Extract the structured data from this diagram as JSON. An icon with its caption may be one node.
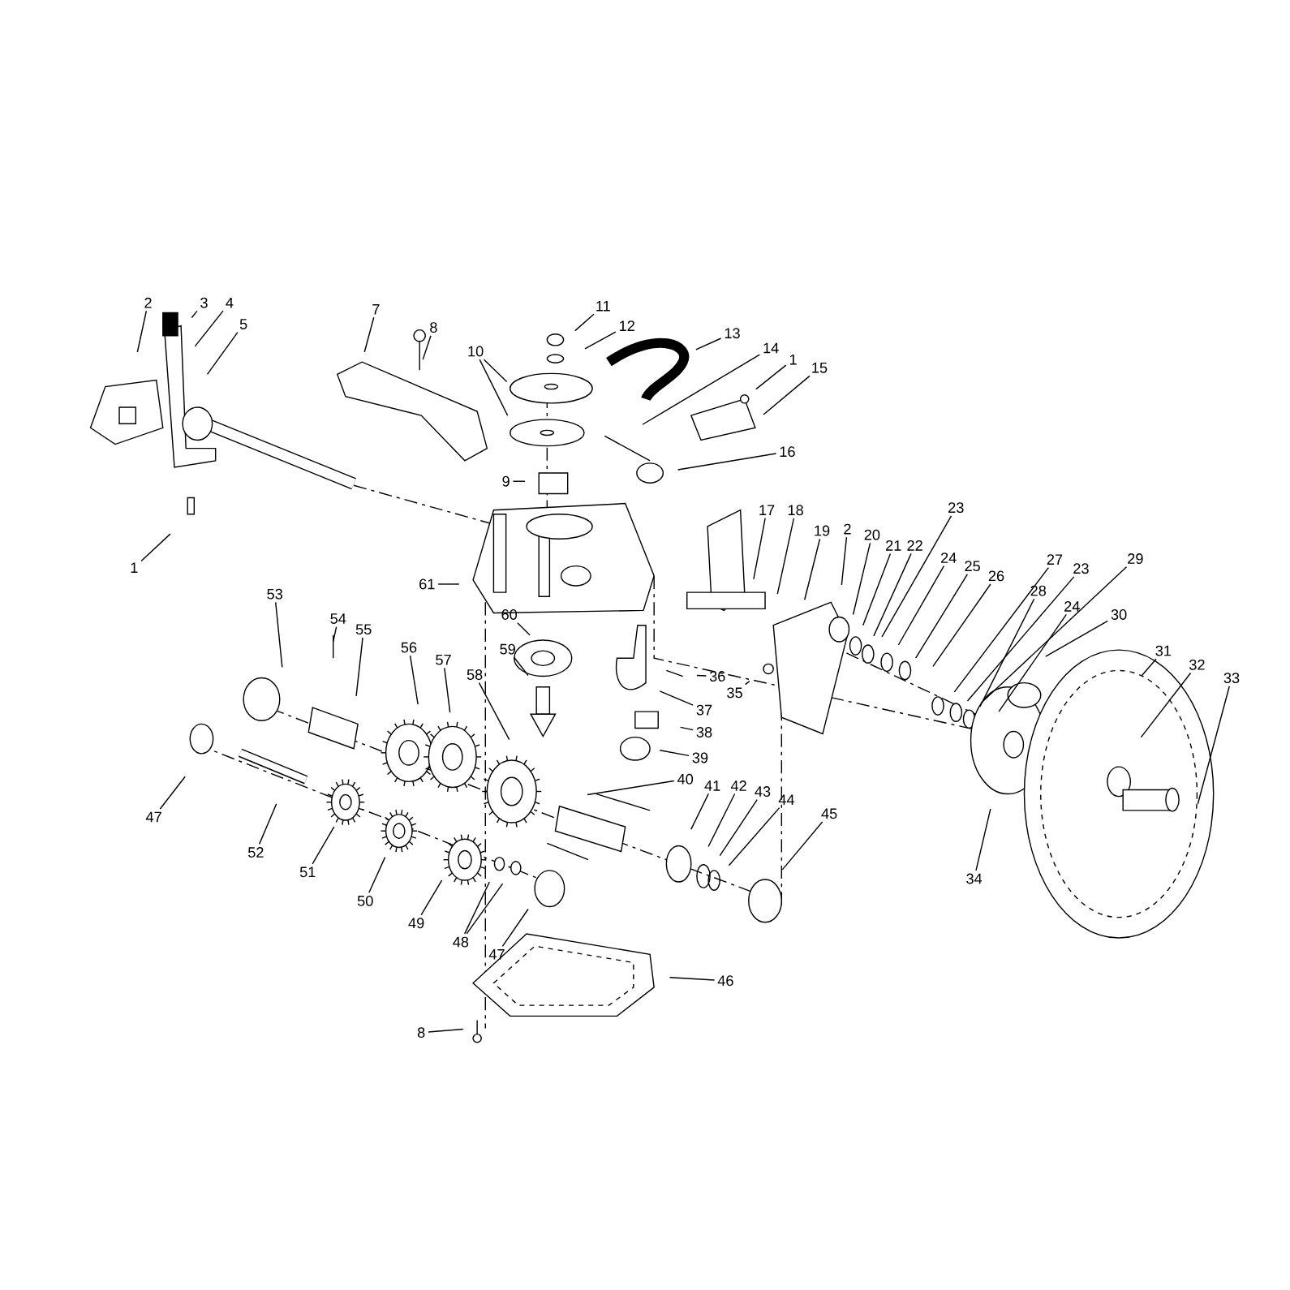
{
  "diagram": {
    "nodes": [
      {
        "text": [
          "2"
        ]
      },
      {
        "text": [
          "3"
        ]
      },
      {
        "text": [
          "4"
        ]
      },
      {
        "text": [
          "5"
        ]
      },
      {
        "text": [
          "1"
        ]
      },
      {
        "text": [
          "7"
        ]
      },
      {
        "text": [
          "8"
        ]
      },
      {
        "text": [
          "10"
        ]
      },
      {
        "text": [
          "11"
        ]
      },
      {
        "text": [
          "12"
        ]
      },
      {
        "text": [
          "13"
        ]
      },
      {
        "text": [
          "14"
        ]
      },
      {
        "text": [
          "1"
        ]
      },
      {
        "text": [
          "15"
        ]
      },
      {
        "text": [
          "16"
        ]
      },
      {
        "text": [
          "9"
        ]
      },
      {
        "text": [
          "17"
        ]
      },
      {
        "text": [
          "18"
        ]
      },
      {
        "text": [
          "19"
        ]
      },
      {
        "text": [
          "2"
        ]
      },
      {
        "text": [
          "20"
        ]
      },
      {
        "text": [
          "21"
        ]
      },
      {
        "text": [
          "22"
        ]
      },
      {
        "text": [
          "23"
        ]
      },
      {
        "text": [
          "24"
        ]
      },
      {
        "text": [
          "25"
        ]
      },
      {
        "text": [
          "26"
        ]
      },
      {
        "text": [
          "27"
        ]
      },
      {
        "text": [
          "23"
        ]
      },
      {
        "text": [
          "29"
        ]
      },
      {
        "text": [
          "28"
        ]
      },
      {
        "text": [
          "24"
        ]
      },
      {
        "text": [
          "30"
        ]
      },
      {
        "text": [
          "31"
        ]
      },
      {
        "text": [
          "32"
        ]
      },
      {
        "text": [
          "33"
        ]
      },
      {
        "text": [
          "34"
        ]
      },
      {
        "text": [
          "61"
        ]
      },
      {
        "text": [
          "60"
        ]
      },
      {
        "text": [
          "59"
        ]
      },
      {
        "text": [
          "36"
        ]
      },
      {
        "text": [
          "35"
        ]
      },
      {
        "text": [
          "37"
        ]
      },
      {
        "text": [
          "38"
        ]
      },
      {
        "text": [
          "39"
        ]
      },
      {
        "text": [
          "40"
        ]
      },
      {
        "text": [
          "41"
        ]
      },
      {
        "text": [
          "42"
        ]
      },
      {
        "text": [
          "43"
        ]
      },
      {
        "text": [
          "44"
        ]
      },
      {
        "text": [
          "45"
        ]
      },
      {
        "text": [
          "46"
        ]
      },
      {
        "text": [
          "8"
        ]
      },
      {
        "text": [
          "47"
        ]
      },
      {
        "text": [
          "48"
        ]
      },
      {
        "text": [
          "49"
        ]
      },
      {
        "text": [
          "50"
        ]
      },
      {
        "text": [
          "51"
        ]
      },
      {
        "text": [
          "52"
        ]
      },
      {
        "text": [
          "47"
        ]
      },
      {
        "text": [
          "53"
        ]
      },
      {
        "text": [
          "54"
        ]
      },
      {
        "text": [
          "55"
        ]
      },
      {
        "text": [
          "56"
        ]
      },
      {
        "text": [
          "57"
        ]
      },
      {
        "text": [
          "58"
        ]
      }
    ],
    "edges": [
      {
        "from": 0,
        "to": null,
        "arrow": "none"
      },
      {
        "from": 1,
        "to": null,
        "arrow": "none"
      },
      {
        "from": 2,
        "to": null,
        "arrow": "none"
      },
      {
        "from": 3,
        "to": null,
        "arrow": "none"
      },
      {
        "from": 4,
        "to": null,
        "arrow": "none"
      },
      {
        "from": 5,
        "to": null,
        "arrow": "none"
      },
      {
        "from": 6,
        "to": null,
        "arrow": "none"
      },
      {
        "from": 7,
        "to": null,
        "arrow": "none"
      },
      {
        "from": 7,
        "to": null,
        "arrow": "none"
      },
      {
        "from": 8,
        "to": null,
        "arrow": "none"
      },
      {
        "from": 9,
        "to": null,
        "arrow": "none"
      },
      {
        "from": 10,
        "to": null,
        "arrow": "none"
      },
      {
        "from": 11,
        "to": null,
        "arrow": "none"
      },
      {
        "from": 12,
        "to": null,
        "arrow": "none"
      },
      {
        "from": 13,
        "to": null,
        "arrow": "none"
      },
      {
        "from": 14,
        "to": null,
        "arrow": "none"
      },
      {
        "from": 15,
        "to": null,
        "arrow": "none"
      },
      {
        "from": 16,
        "to": null,
        "arrow": "none"
      },
      {
        "from": 17,
        "to": null,
        "arrow": "none"
      },
      {
        "from": 18,
        "to": null,
        "arrow": "none"
      },
      {
        "from": 19,
        "to": null,
        "arrow": "none"
      },
      {
        "from": 20,
        "to": null,
        "arrow": "none"
      },
      {
        "from": 21,
        "to": null,
        "arrow": "none"
      },
      {
        "from": 22,
        "to": null,
        "arrow": "none"
      },
      {
        "from": 23,
        "to": null,
        "arrow": "none"
      },
      {
        "from": 24,
        "to": null,
        "arrow": "none"
      },
      {
        "from": 25,
        "to": null,
        "arrow": "none"
      },
      {
        "from": 26,
        "to": null,
        "arrow": "none"
      },
      {
        "from": 27,
        "to": null,
        "arrow": "none"
      },
      {
        "from": 28,
        "to": null,
        "arrow": "none"
      },
      {
        "from": 29,
        "to": null,
        "arrow": "none"
      },
      {
        "from": 30,
        "to": null,
        "arrow": "none"
      },
      {
        "from": 31,
        "to": null,
        "arrow": "none"
      },
      {
        "from": 32,
        "to": null,
        "arrow": "none"
      },
      {
        "from": 33,
        "to": null,
        "arrow": "none"
      },
      {
        "from": 34,
        "to": null,
        "arrow": "none"
      },
      {
        "from": 35,
        "to": null,
        "arrow": "none"
      },
      {
        "from": 36,
        "to": null,
        "arrow": "none"
      },
      {
        "from": 37,
        "to": null,
        "arrow": "none"
      },
      {
        "from": 38,
        "to": null,
        "arrow": "none"
      },
      {
        "from": 39,
        "to": null,
        "arrow": "none"
      },
      {
        "from": 40,
        "to": null,
        "arrow": "none"
      },
      {
        "from": 41,
        "to": null,
        "arrow": "none"
      },
      {
        "from": 42,
        "to": null,
        "arrow": "none"
      },
      {
        "from": 43,
        "to": null,
        "arrow": "none"
      },
      {
        "from": 44,
        "to": null,
        "arrow": "none"
      },
      {
        "from": 45,
        "to": null,
        "arrow": "none"
      },
      {
        "from": 46,
        "to": null,
        "arrow": "none"
      },
      {
        "from": 47,
        "to": null,
        "arrow": "none"
      },
      {
        "from": 48,
        "to": null,
        "arrow": "none"
      },
      {
        "from": 49,
        "to": null,
        "arrow": "none"
      },
      {
        "from": 50,
        "to": null,
        "arrow": "none"
      },
      {
        "from": 51,
        "to": null,
        "arrow": "none"
      },
      {
        "from": 52,
        "to": null,
        "arrow": "none"
      },
      {
        "from": 53,
        "to": null,
        "arrow": "none"
      },
      {
        "from": 54,
        "to": null,
        "arrow": "none"
      },
      {
        "from": 54,
        "to": null,
        "arrow": "none"
      },
      {
        "from": 55,
        "to": null,
        "arrow": "none"
      },
      {
        "from": 56,
        "to": null,
        "arrow": "none"
      },
      {
        "from": 57,
        "to": null,
        "arrow": "none"
      },
      {
        "from": 58,
        "to": null,
        "arrow": "none"
      },
      {
        "from": 59,
        "to": null,
        "arrow": "none"
      },
      {
        "from": 60,
        "to": null,
        "arrow": "none"
      },
      {
        "from": 61,
        "to": null,
        "arrow": "none"
      },
      {
        "from": 62,
        "to": null,
        "arrow": "none"
      },
      {
        "from": 63,
        "to": null,
        "arrow": "none"
      },
      {
        "from": 64,
        "to": null,
        "arrow": "none"
      },
      {
        "from": 65,
        "to": null,
        "arrow": "none"
      }
    ]
  }
}
